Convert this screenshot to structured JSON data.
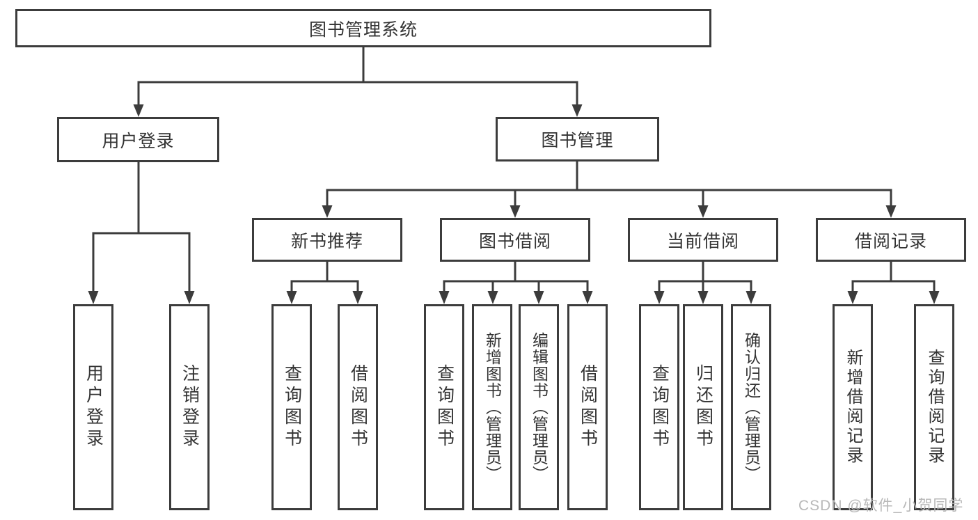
{
  "diagram": {
    "root": {
      "label": "图书管理系统",
      "children": [
        {
          "label": "用户登录",
          "children": [
            {
              "label": "用户登录"
            },
            {
              "label": "注销登录"
            }
          ]
        },
        {
          "label": "图书管理",
          "children": [
            {
              "label": "新书推荐",
              "children": [
                {
                  "label": "查询图书"
                },
                {
                  "label": "借阅图书"
                }
              ]
            },
            {
              "label": "图书借阅",
              "children": [
                {
                  "label": "查询图书"
                },
                {
                  "label": "新增图书（管理员）"
                },
                {
                  "label": "编辑图书（管理员）"
                },
                {
                  "label": "借阅图书"
                }
              ]
            },
            {
              "label": "当前借阅",
              "children": [
                {
                  "label": "查询图书"
                },
                {
                  "label": "归还图书"
                },
                {
                  "label": "确认归还（管理员）"
                }
              ]
            },
            {
              "label": "借阅记录",
              "children": [
                {
                  "label": "新增借阅记录"
                },
                {
                  "label": "查询借阅记录"
                }
              ]
            }
          ]
        }
      ]
    }
  },
  "watermark": {
    "text": "CSDN @软件_小贺同学"
  },
  "colors": {
    "line": "#3c3c3c",
    "text": "#333333",
    "watermark": "#b8b8b8",
    "background": "#ffffff"
  }
}
